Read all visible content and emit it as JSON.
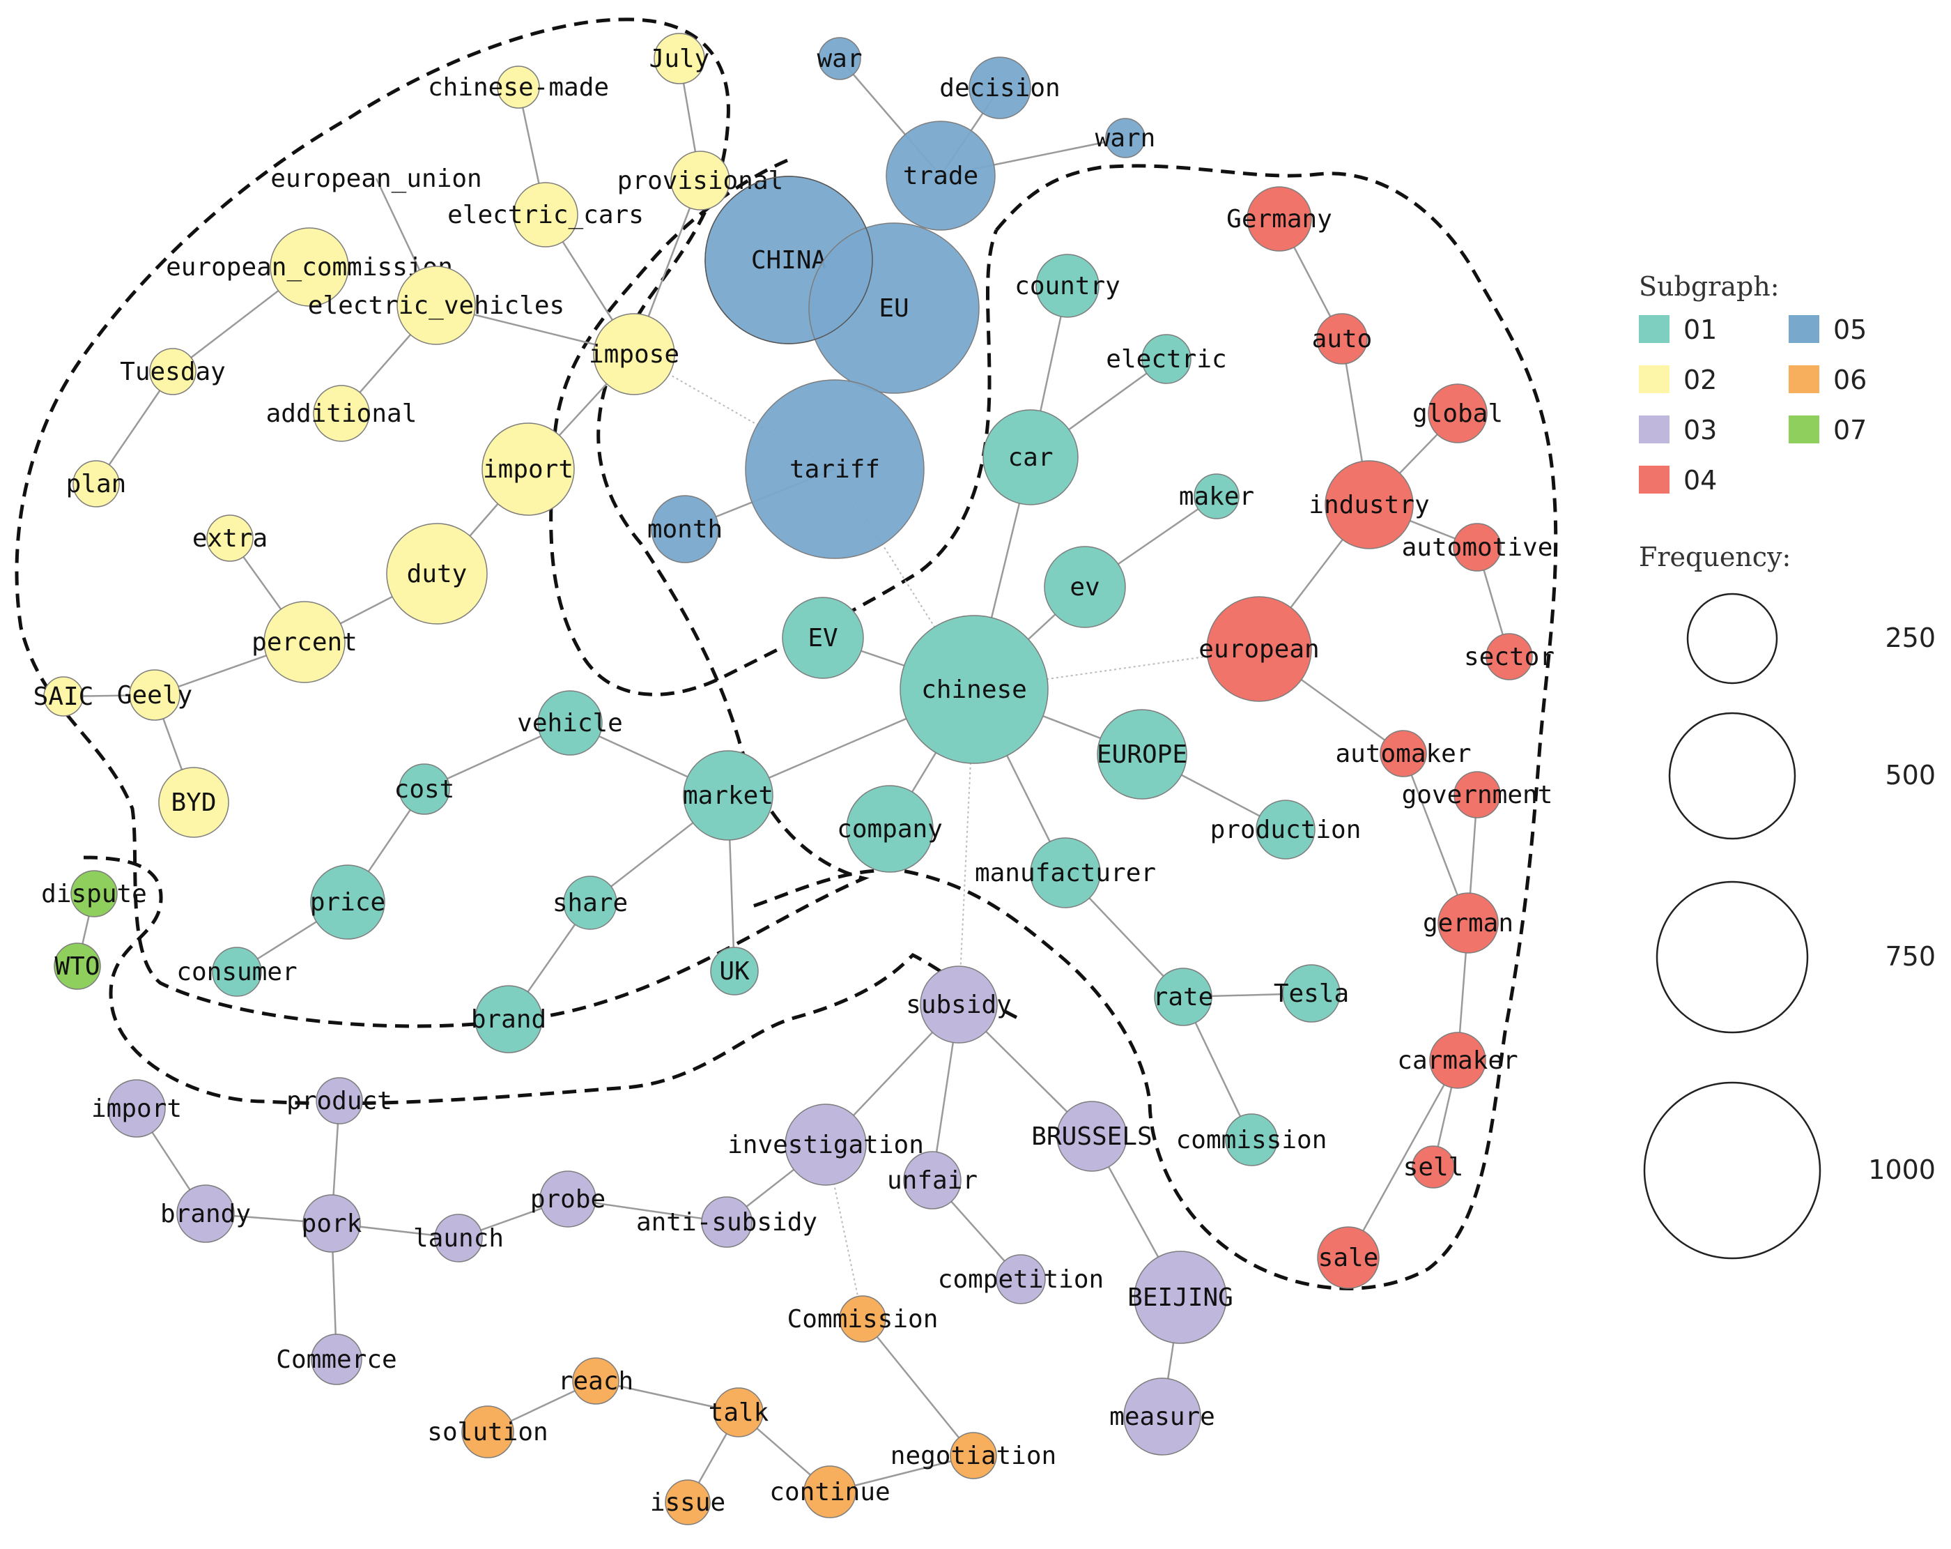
{
  "colors": {
    "01": "#7fcfc0",
    "02": "#fdf6a8",
    "03": "#bfb8dc",
    "04": "#f0746a",
    "05": "#79a8cd",
    "06": "#f7ae5d",
    "07": "#8fcf5e"
  },
  "nodes": [
    {
      "id": "war",
      "label": "war",
      "group": "05"
    },
    {
      "id": "decision",
      "label": "decision",
      "group": "05"
    },
    {
      "id": "warn",
      "label": "warn",
      "group": "05"
    },
    {
      "id": "trade",
      "label": "trade",
      "group": "05"
    },
    {
      "id": "CHINA",
      "label": "CHINA",
      "group": "05"
    },
    {
      "id": "EU",
      "label": "EU",
      "group": "05"
    },
    {
      "id": "tariff",
      "label": "tariff",
      "group": "05"
    },
    {
      "id": "month",
      "label": "month",
      "group": "05"
    },
    {
      "id": "chinese-made",
      "label": "chinese-made",
      "group": "02"
    },
    {
      "id": "July",
      "label": "July",
      "group": "02"
    },
    {
      "id": "european_union",
      "label": "european_union",
      "group": "02"
    },
    {
      "id": "provisional",
      "label": "provisional",
      "group": "02"
    },
    {
      "id": "electric_cars",
      "label": "electric_cars",
      "group": "02"
    },
    {
      "id": "european_commission",
      "label": "european_commission",
      "group": "02"
    },
    {
      "id": "electric_vehicles",
      "label": "electric_vehicles",
      "group": "02"
    },
    {
      "id": "impose",
      "label": "impose",
      "group": "02"
    },
    {
      "id": "Tuesday",
      "label": "Tuesday",
      "group": "02"
    },
    {
      "id": "additional",
      "label": "additional",
      "group": "02"
    },
    {
      "id": "plan",
      "label": "plan",
      "group": "02"
    },
    {
      "id": "import2",
      "label": "import",
      "group": "02"
    },
    {
      "id": "extra",
      "label": "extra",
      "group": "02"
    },
    {
      "id": "duty",
      "label": "duty",
      "group": "02"
    },
    {
      "id": "percent",
      "label": "percent",
      "group": "02"
    },
    {
      "id": "SAIC",
      "label": "SAIC",
      "group": "02"
    },
    {
      "id": "Geely",
      "label": "Geely",
      "group": "02"
    },
    {
      "id": "BYD",
      "label": "BYD",
      "group": "02"
    },
    {
      "id": "country",
      "label": "country",
      "group": "01"
    },
    {
      "id": "electric",
      "label": "electric",
      "group": "01"
    },
    {
      "id": "car",
      "label": "car",
      "group": "01"
    },
    {
      "id": "maker",
      "label": "maker",
      "group": "01"
    },
    {
      "id": "ev",
      "label": "ev",
      "group": "01"
    },
    {
      "id": "EV",
      "label": "EV",
      "group": "01"
    },
    {
      "id": "chinese",
      "label": "chinese",
      "group": "01"
    },
    {
      "id": "EUROPE",
      "label": "EUROPE",
      "group": "01"
    },
    {
      "id": "production",
      "label": "production",
      "group": "01"
    },
    {
      "id": "vehicle",
      "label": "vehicle",
      "group": "01"
    },
    {
      "id": "cost",
      "label": "cost",
      "group": "01"
    },
    {
      "id": "market",
      "label": "market",
      "group": "01"
    },
    {
      "id": "company",
      "label": "company",
      "group": "01"
    },
    {
      "id": "manufacturer",
      "label": "manufacturer",
      "group": "01"
    },
    {
      "id": "price",
      "label": "price",
      "group": "01"
    },
    {
      "id": "share",
      "label": "share",
      "group": "01"
    },
    {
      "id": "consumer",
      "label": "consumer",
      "group": "01"
    },
    {
      "id": "UK",
      "label": "UK",
      "group": "01"
    },
    {
      "id": "brand",
      "label": "brand",
      "group": "01"
    },
    {
      "id": "rate",
      "label": "rate",
      "group": "01"
    },
    {
      "id": "Tesla",
      "label": "Tesla",
      "group": "01"
    },
    {
      "id": "commission",
      "label": "commission",
      "group": "01"
    },
    {
      "id": "Germany",
      "label": "Germany",
      "group": "04"
    },
    {
      "id": "auto",
      "label": "auto",
      "group": "04"
    },
    {
      "id": "global",
      "label": "global",
      "group": "04"
    },
    {
      "id": "industry",
      "label": "industry",
      "group": "04"
    },
    {
      "id": "automotive",
      "label": "automotive",
      "group": "04"
    },
    {
      "id": "sector",
      "label": "sector",
      "group": "04"
    },
    {
      "id": "european",
      "label": "european",
      "group": "04"
    },
    {
      "id": "automaker",
      "label": "automaker",
      "group": "04"
    },
    {
      "id": "government",
      "label": "government",
      "group": "04"
    },
    {
      "id": "german",
      "label": "german",
      "group": "04"
    },
    {
      "id": "carmaker",
      "label": "carmaker",
      "group": "04"
    },
    {
      "id": "sell",
      "label": "sell",
      "group": "04"
    },
    {
      "id": "sale",
      "label": "sale",
      "group": "04"
    },
    {
      "id": "dispute",
      "label": "dispute",
      "group": "07"
    },
    {
      "id": "WTO",
      "label": "WTO",
      "group": "07"
    },
    {
      "id": "subsidy",
      "label": "subsidy",
      "group": "03"
    },
    {
      "id": "import3",
      "label": "import",
      "group": "03"
    },
    {
      "id": "product",
      "label": "product",
      "group": "03"
    },
    {
      "id": "investigation",
      "label": "investigation",
      "group": "03"
    },
    {
      "id": "BRUSSELS",
      "label": "BRUSSELS",
      "group": "03"
    },
    {
      "id": "unfair",
      "label": "unfair",
      "group": "03"
    },
    {
      "id": "brandy",
      "label": "brandy",
      "group": "03"
    },
    {
      "id": "pork",
      "label": "pork",
      "group": "03"
    },
    {
      "id": "probe",
      "label": "probe",
      "group": "03"
    },
    {
      "id": "launch",
      "label": "launch",
      "group": "03"
    },
    {
      "id": "anti-subsidy",
      "label": "anti-subsidy",
      "group": "03"
    },
    {
      "id": "competition",
      "label": "competition",
      "group": "03"
    },
    {
      "id": "BEIJING",
      "label": "BEIJING",
      "group": "03"
    },
    {
      "id": "Commerce",
      "label": "Commerce",
      "group": "03"
    },
    {
      "id": "measure",
      "label": "measure",
      "group": "03"
    },
    {
      "id": "Commission",
      "label": "Commission",
      "group": "06"
    },
    {
      "id": "reach",
      "label": "reach",
      "group": "06"
    },
    {
      "id": "solution",
      "label": "solution",
      "group": "06"
    },
    {
      "id": "talk",
      "label": "talk",
      "group": "06"
    },
    {
      "id": "negotiation",
      "label": "negotiation",
      "group": "06"
    },
    {
      "id": "issue",
      "label": "issue",
      "group": "06"
    },
    {
      "id": "continue",
      "label": "continue",
      "group": "06"
    }
  ],
  "edges": [
    [
      "war",
      "trade"
    ],
    [
      "decision",
      "trade"
    ],
    [
      "warn",
      "trade"
    ],
    [
      "tariff",
      "month"
    ],
    [
      "chinese-made",
      "electric_cars"
    ],
    [
      "July",
      "provisional"
    ],
    [
      "provisional",
      "impose"
    ],
    [
      "european_union",
      "electric_vehicles"
    ],
    [
      "electric_cars",
      "impose"
    ],
    [
      "european_commission",
      "Tuesday"
    ],
    [
      "Tuesday",
      "plan"
    ],
    [
      "electric_vehicles",
      "impose"
    ],
    [
      "electric_vehicles",
      "additional"
    ],
    [
      "impose",
      "import2"
    ],
    [
      "import2",
      "duty"
    ],
    [
      "duty",
      "percent"
    ],
    [
      "extra",
      "percent"
    ],
    [
      "percent",
      "Geely"
    ],
    [
      "SAIC",
      "Geely"
    ],
    [
      "Geely",
      "BYD"
    ],
    [
      "country",
      "car"
    ],
    [
      "electric",
      "car"
    ],
    [
      "car",
      "chinese"
    ],
    [
      "maker",
      "ev"
    ],
    [
      "ev",
      "chinese"
    ],
    [
      "EV",
      "chinese"
    ],
    [
      "chinese",
      "EUROPE"
    ],
    [
      "EUROPE",
      "production"
    ],
    [
      "chinese",
      "market"
    ],
    [
      "chinese",
      "company"
    ],
    [
      "chinese",
      "manufacturer"
    ],
    [
      "vehicle",
      "market"
    ],
    [
      "vehicle",
      "cost"
    ],
    [
      "cost",
      "price"
    ],
    [
      "price",
      "consumer"
    ],
    [
      "market",
      "share"
    ],
    [
      "share",
      "brand"
    ],
    [
      "market",
      "UK"
    ],
    [
      "manufacturer",
      "rate"
    ],
    [
      "rate",
      "Tesla"
    ],
    [
      "rate",
      "commission"
    ],
    [
      "Germany",
      "auto"
    ],
    [
      "auto",
      "industry"
    ],
    [
      "global",
      "industry"
    ],
    [
      "industry",
      "automotive"
    ],
    [
      "automotive",
      "sector"
    ],
    [
      "industry",
      "european"
    ],
    [
      "european",
      "automaker"
    ],
    [
      "automaker",
      "german"
    ],
    [
      "government",
      "german"
    ],
    [
      "german",
      "carmaker"
    ],
    [
      "carmaker",
      "sell"
    ],
    [
      "carmaker",
      "sale"
    ],
    [
      "dispute",
      "WTO"
    ],
    [
      "subsidy",
      "investigation"
    ],
    [
      "subsidy",
      "BRUSSELS"
    ],
    [
      "subsidy",
      "unfair"
    ],
    [
      "investigation",
      "anti-subsidy"
    ],
    [
      "unfair",
      "competition"
    ],
    [
      "BRUSSELS",
      "BEIJING"
    ],
    [
      "BEIJING",
      "measure"
    ],
    [
      "import3",
      "brandy"
    ],
    [
      "brandy",
      "pork"
    ],
    [
      "product",
      "pork"
    ],
    [
      "pork",
      "launch"
    ],
    [
      "launch",
      "probe"
    ],
    [
      "probe",
      "anti-subsidy"
    ],
    [
      "pork",
      "Commerce"
    ],
    [
      "Commission",
      "negotiation"
    ],
    [
      "reach",
      "solution"
    ],
    [
      "reach",
      "talk"
    ],
    [
      "talk",
      "issue"
    ],
    [
      "talk",
      "continue"
    ],
    [
      "continue",
      "negotiation"
    ]
  ],
  "weak_edges": [
    [
      "impose",
      "tariff"
    ],
    [
      "tariff",
      "chinese"
    ],
    [
      "chinese",
      "european"
    ],
    [
      "chinese",
      "subsidy"
    ],
    [
      "investigation",
      "Commission"
    ]
  ],
  "legend": {
    "subgraph_title": "Subgraph:",
    "items": [
      {
        "code": "01",
        "color": "#7fcfc0"
      },
      {
        "code": "05",
        "color": "#79a8cd"
      },
      {
        "code": "02",
        "color": "#fdf6a8"
      },
      {
        "code": "06",
        "color": "#f7ae5d"
      },
      {
        "code": "03",
        "color": "#bfb8dc"
      },
      {
        "code": "07",
        "color": "#8fcf5e"
      },
      {
        "code": "04",
        "color": "#f0746a"
      }
    ],
    "frequency_title": "Frequency:",
    "sizes": [
      "250",
      "500",
      "750",
      "1000"
    ]
  }
}
